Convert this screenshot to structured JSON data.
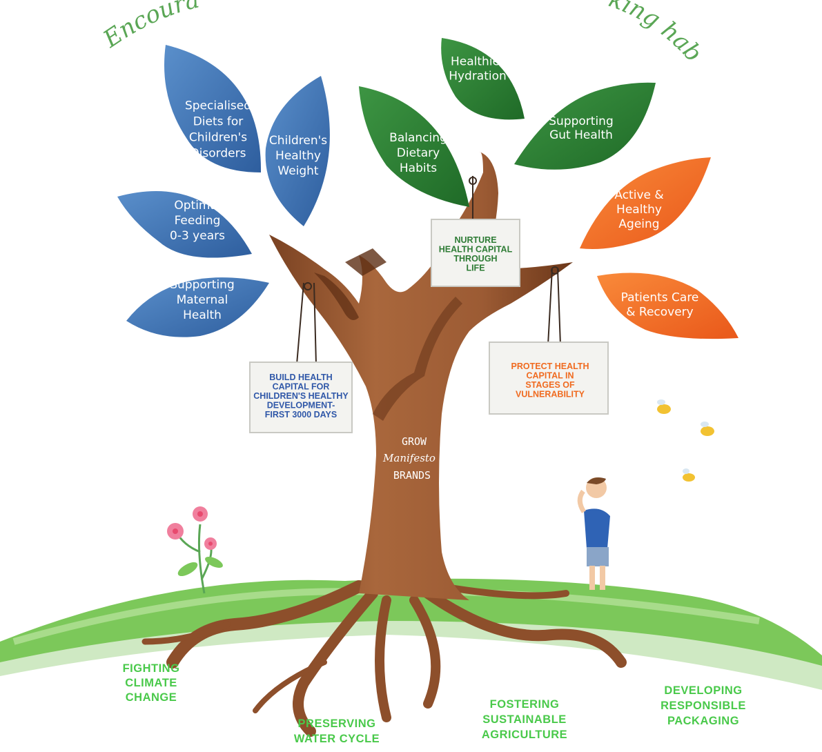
{
  "header": {
    "left_fragment": "Encoura",
    "right_fragment": "king habits"
  },
  "leaves": [
    {
      "lines": [
        "Specialised",
        "Diets for",
        "Children's",
        "Disorders"
      ],
      "color": "#3f75b3"
    },
    {
      "lines": [
        "Children's",
        "Healthy",
        "Weight"
      ],
      "color": "#3f75b3"
    },
    {
      "lines": [
        "Optimal",
        "Feeding",
        "0-3 years"
      ],
      "color": "#3a6fb0"
    },
    {
      "lines": [
        "Supporting",
        "Maternal",
        "Health"
      ],
      "color": "#3a6fb0"
    },
    {
      "lines": [
        "Healthier",
        "Hydration"
      ],
      "color": "#2b7d33"
    },
    {
      "lines": [
        "Balancing",
        "Dietary",
        "Habits"
      ],
      "color": "#2b7d33"
    },
    {
      "lines": [
        "Supporting",
        "Gut Health"
      ],
      "color": "#2b7d33"
    },
    {
      "lines": [
        "Active &",
        "Healthy",
        "Ageing"
      ],
      "color": "#f06a1f"
    },
    {
      "lines": [
        "Patients Care",
        "& Recovery"
      ],
      "color": "#f06a1f"
    }
  ],
  "signs": {
    "nurture": {
      "lines": [
        "NURTURE",
        "HEALTH CAPITAL",
        "THROUGH",
        "LIFE"
      ],
      "color": "#2d7b34"
    },
    "build": {
      "lines": [
        "BUILD HEALTH",
        "CAPITAL FOR",
        "CHILDREN'S HEALTHY",
        "DEVELOPMENT-",
        "FIRST 3000 DAYS"
      ],
      "color": "#2f57a8"
    },
    "protect": {
      "lines": [
        "PROTECT HEALTH",
        "CAPITAL IN",
        "STAGES OF",
        "VULNERABILITY"
      ],
      "color": "#f06a1f"
    }
  },
  "trunk": {
    "line1": "GROW",
    "line2": "Manifesto",
    "line3": "BRANDS"
  },
  "roots": [
    {
      "lines": [
        "FIGHTING",
        "CLIMATE",
        "CHANGE"
      ]
    },
    {
      "lines": [
        "PRESERVING",
        "WATER CYCLE"
      ]
    },
    {
      "lines": [
        "FOSTERING",
        "SUSTAINABLE",
        "AGRICULTURE"
      ]
    },
    {
      "lines": [
        "DEVELOPING",
        "RESPONSIBLE",
        "PACKAGING"
      ]
    }
  ],
  "colors": {
    "trunk": "#9c5b34",
    "trunk_shadow": "#6e3a1d",
    "grass": "#7cc85a",
    "root_text": "#49c94a",
    "header_text": "#5aa655"
  }
}
